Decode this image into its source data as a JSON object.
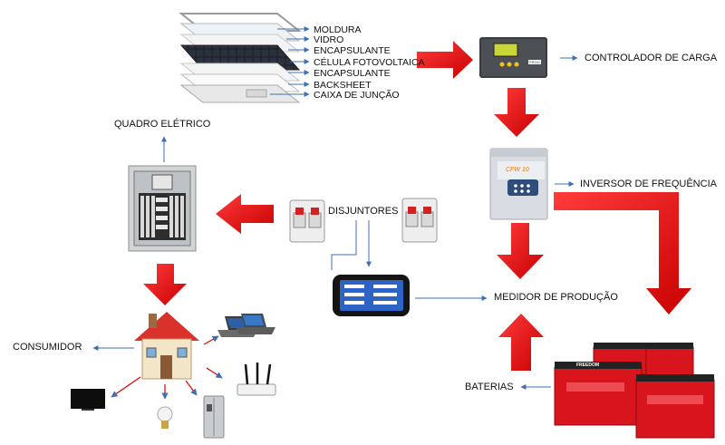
{
  "panel_layers": [
    "MOLDURA",
    "VIDRO",
    "ENCAPSULANTE",
    "CÉLULA FOTOVOLTAICA",
    "ENCAPSULANTE",
    "BACKSHEET",
    "CAIXA DE JUNÇÃO"
  ],
  "labels": {
    "controlador": "CONTROLADOR DE CARGA",
    "inversor": "INVERSOR DE FREQUÊNCIA",
    "quadro": "QUADRO ELÉTRICO",
    "disjuntores": "DISJUNTORES",
    "medidor": "MEDIDOR DE PRODUÇÃO",
    "consumidor": "CONSUMIDOR",
    "baterias": "BATERIAS"
  },
  "device_text": {
    "controller_brand": "FROG",
    "inverter_brand": "CFW 10",
    "battery_brand": "FREEDOM"
  },
  "colors": {
    "flow_arrow": "#e00000",
    "pointer_arrow": "#3d6fb6",
    "battery_body": "#d8141c",
    "panel_cell": "#1c2129"
  }
}
